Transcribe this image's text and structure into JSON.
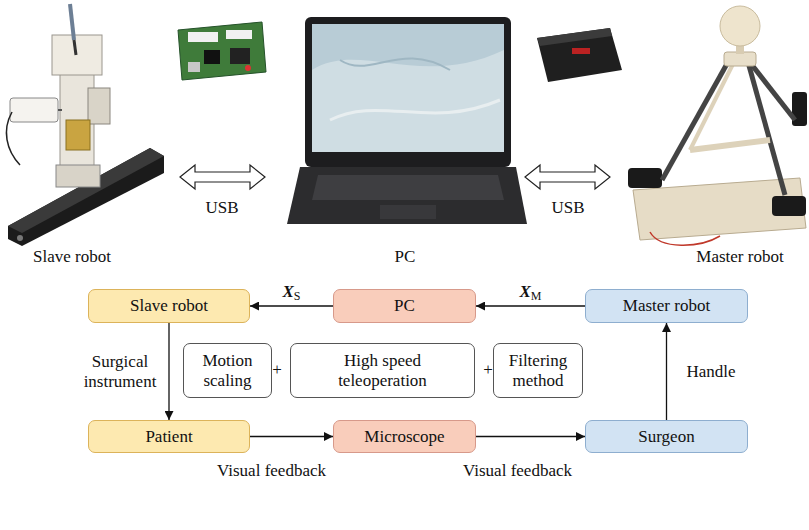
{
  "diagram": {
    "nodes": [
      {
        "text": [
          "Slave robot"
        ]
      },
      {
        "text": [
          "PC"
        ]
      },
      {
        "text": [
          "Master robot"
        ]
      },
      {
        "text": [
          "Motion scaling"
        ]
      },
      {
        "text": [
          "High speed teleoperation"
        ]
      },
      {
        "text": [
          "Filtering method"
        ]
      },
      {
        "text": [
          "Patient"
        ]
      },
      {
        "text": [
          "Microscope"
        ]
      },
      {
        "text": [
          "Surgeon"
        ]
      }
    ],
    "edges": [
      {
        "from": 2,
        "to": 1,
        "arrow": "to",
        "label": "XM"
      },
      {
        "from": 1,
        "to": 0,
        "arrow": "to",
        "label": "XS"
      },
      {
        "from": 0,
        "to": 6,
        "arrow": "to",
        "label": "Surgical instrument"
      },
      {
        "from": 6,
        "to": 7,
        "arrow": "to",
        "label": "Visual feedback"
      },
      {
        "from": 7,
        "to": 8,
        "arrow": "to",
        "label": "Visual feedback"
      },
      {
        "from": 8,
        "to": 2,
        "arrow": "to",
        "label": "Handle"
      }
    ],
    "labels": [
      "Slave robot",
      "PC",
      "Master robot",
      "USB",
      "USB",
      "+",
      "+"
    ]
  }
}
